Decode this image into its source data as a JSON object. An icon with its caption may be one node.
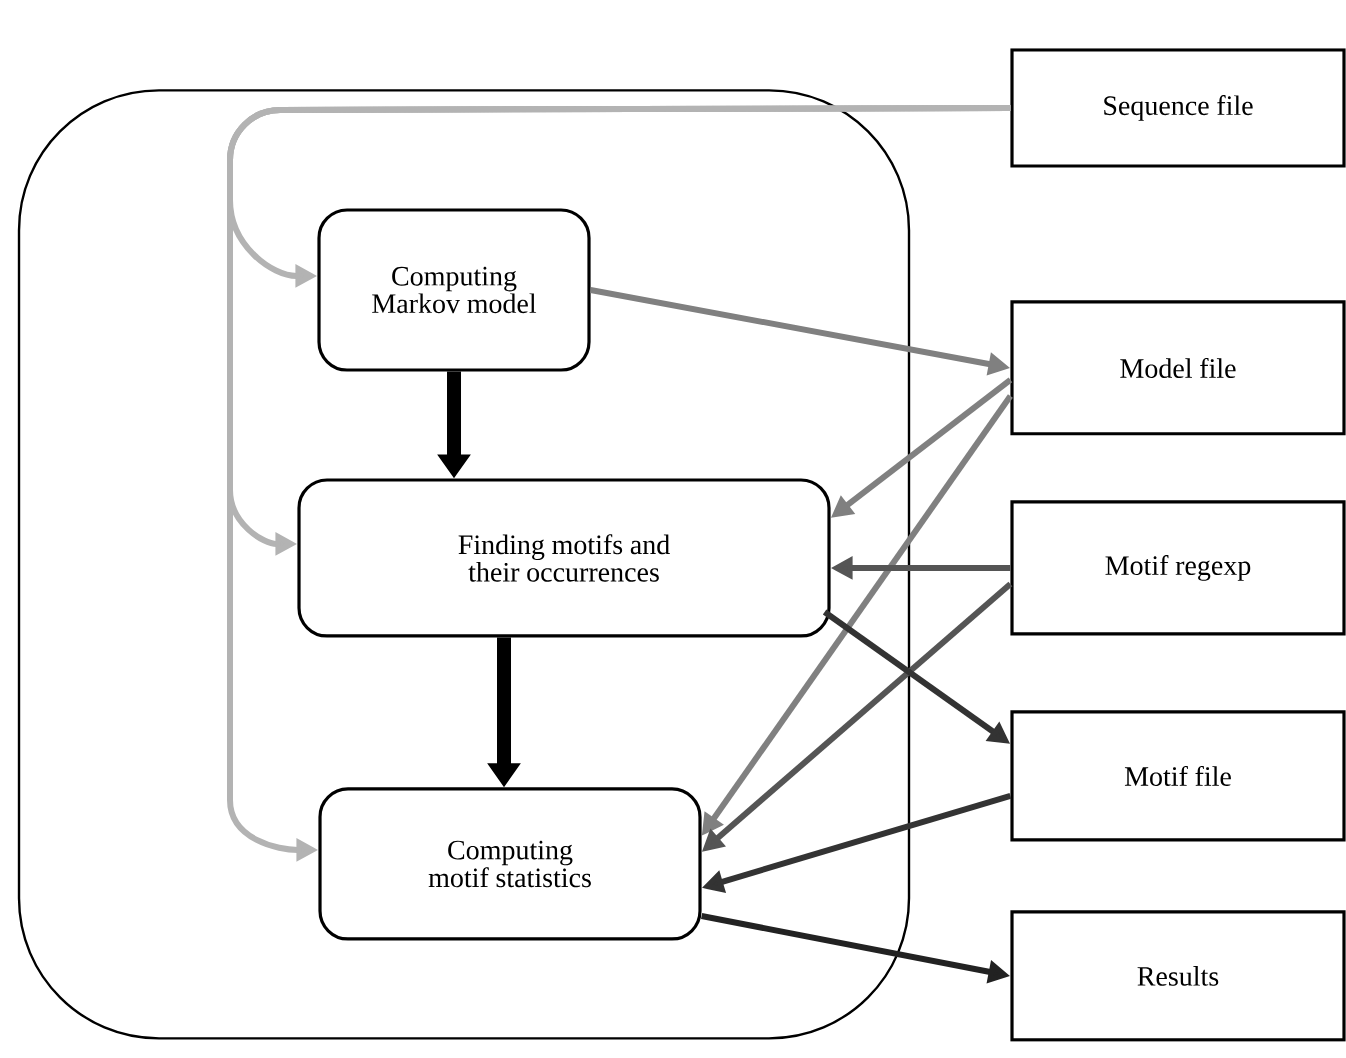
{
  "diagram": {
    "nodes": [
      {
        "text": [],
        "shape": "box"
      },
      {
        "text": [
          "Computing Markov model"
        ],
        "in": 0
      },
      {
        "text": [
          "Finding motifs and their occurrences"
        ],
        "in": 0
      },
      {
        "text": [
          "Computing motif statistics"
        ],
        "in": 0
      },
      {
        "text": [
          "Sequence file"
        ]
      },
      {
        "text": [
          "Model file"
        ]
      },
      {
        "text": [
          "Motif regexp"
        ]
      },
      {
        "text": [
          "Motif file"
        ]
      },
      {
        "text": [
          "Results"
        ]
      }
    ],
    "edges": [
      {
        "from": 4,
        "to": 1,
        "arrow": "to",
        "color": "#b3b3b3"
      },
      {
        "from": 4,
        "to": 2,
        "arrow": "to",
        "color": "#b3b3b3"
      },
      {
        "from": 4,
        "to": 3,
        "arrow": "to",
        "color": "#b3b3b3"
      },
      {
        "from": 1,
        "to": 5,
        "arrow": "to",
        "color": "#808080"
      },
      {
        "from": 1,
        "to": 2,
        "arrow": "to",
        "style": "thick",
        "color": "#000000"
      },
      {
        "from": 2,
        "to": 3,
        "arrow": "to",
        "style": "thick",
        "color": "#000000"
      },
      {
        "from": 5,
        "to": 2,
        "arrow": "to",
        "color": "#808080"
      },
      {
        "from": 5,
        "to": 3,
        "arrow": "to",
        "color": "#808080"
      },
      {
        "from": 6,
        "to": 2,
        "arrow": "to",
        "color": "#555555"
      },
      {
        "from": 6,
        "to": 3,
        "arrow": "to",
        "color": "#555555"
      },
      {
        "from": 2,
        "to": 7,
        "arrow": "to",
        "color": "#333333"
      },
      {
        "from": 7,
        "to": 3,
        "arrow": "to",
        "color": "#333333"
      },
      {
        "from": 3,
        "to": 8,
        "arrow": "to",
        "color": "#222222"
      }
    ]
  }
}
